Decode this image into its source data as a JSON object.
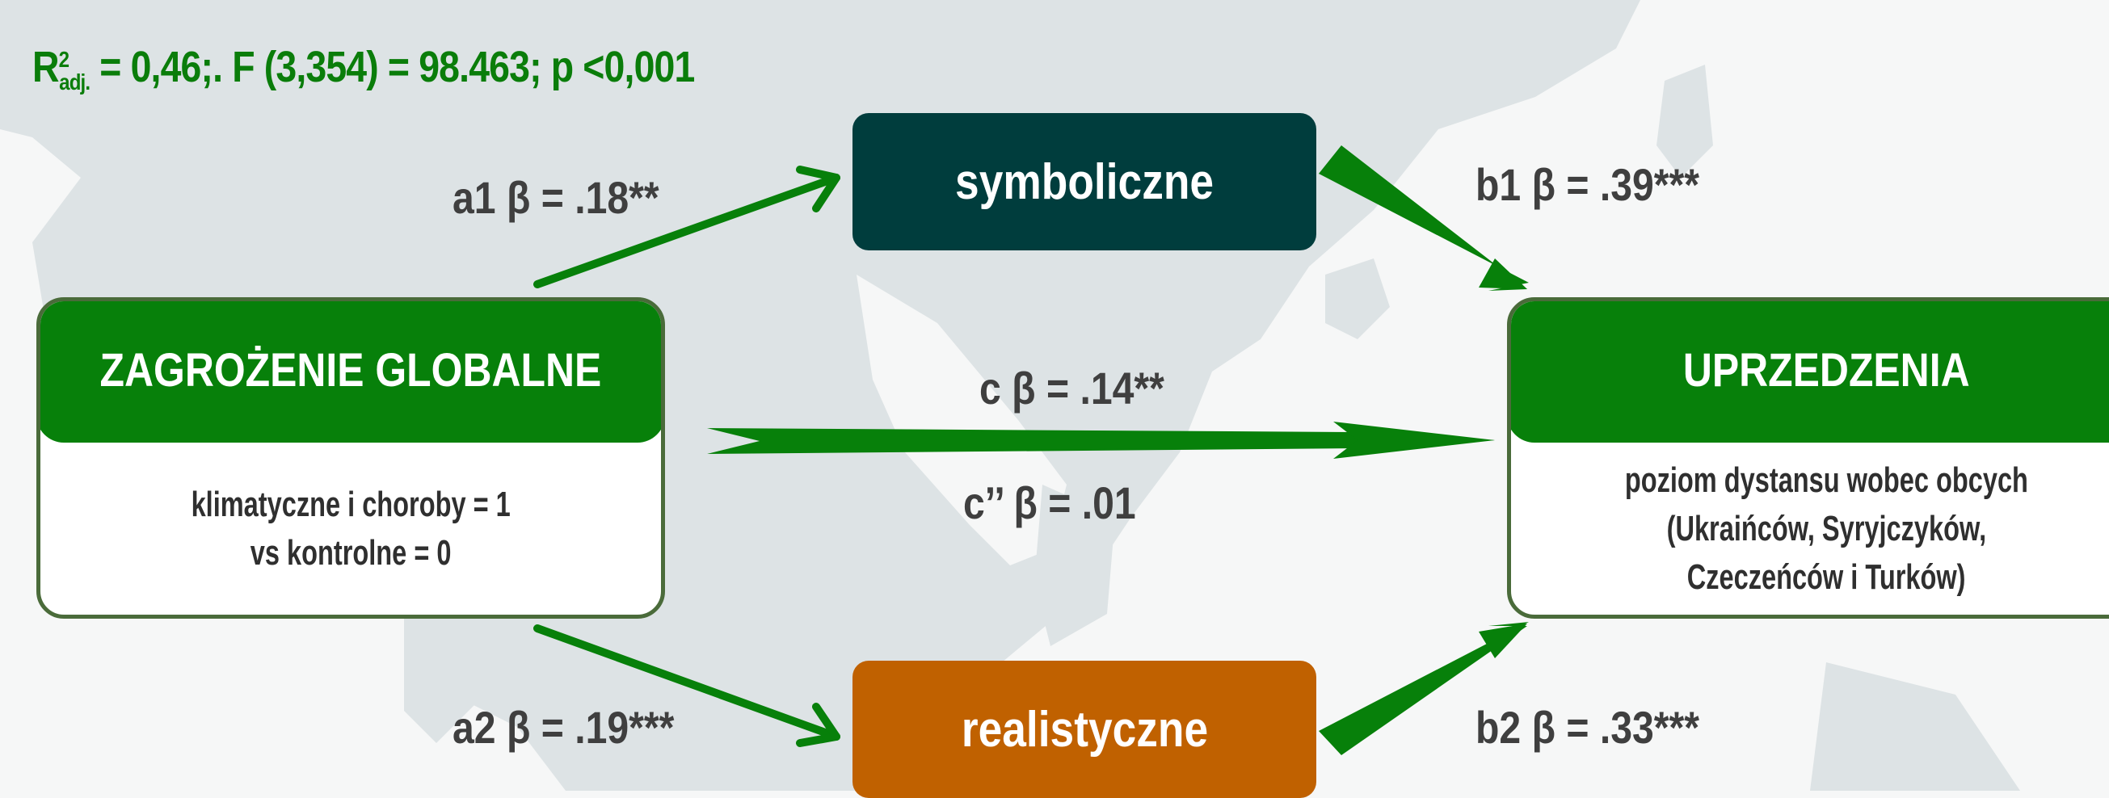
{
  "stats": {
    "r_symbol": "R",
    "r_sup": "2",
    "r_sub": "adj.",
    "rest": " = 0,46;. F (3,354) = 98.463; p <0,001"
  },
  "predictor": {
    "title": "ZAGROŻENIE GLOBALNE",
    "line1": "klimatyczne i choroby = 1",
    "line2": "vs kontrolne = 0"
  },
  "outcome": {
    "title": "UPRZEDZENIA",
    "line1": "poziom dystansu wobec obcych",
    "line2": "(Ukraińców, Syryjczyków,",
    "line3": "Czeczeńców i Turków)"
  },
  "mediators": {
    "symbolic": "symboliczne",
    "realistic": "realistyczne"
  },
  "paths": {
    "a1": "a1 β = .18**",
    "b1": "b1 β = .39***",
    "c": "c β = .14**",
    "c_prime": "c’’ β = .01",
    "a2": "a2 β = .19***",
    "b2": "b2 β = .33***"
  },
  "colors": {
    "green": "#07800a",
    "dark_teal": "#003d3d",
    "orange": "#c06100",
    "map": "#dde3e5"
  }
}
